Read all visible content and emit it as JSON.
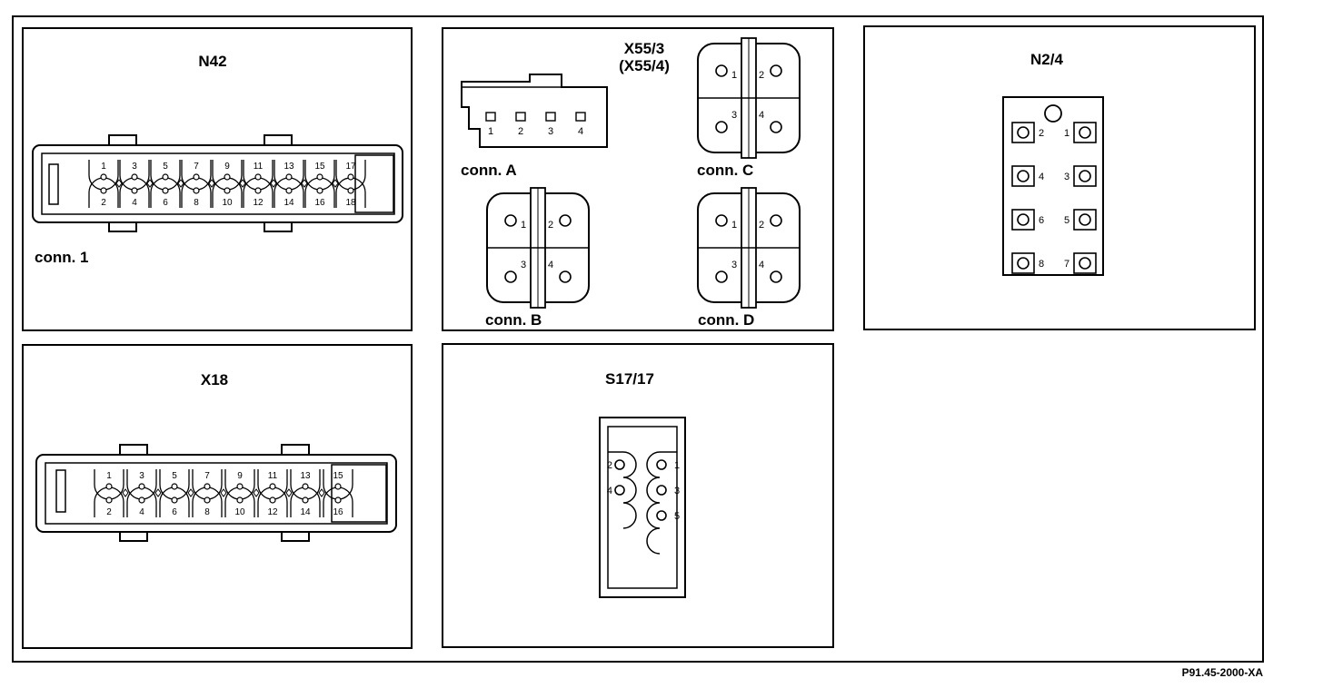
{
  "figure_id": "P91.45-2000-XA",
  "n42": {
    "title": "N42",
    "conn_label": "conn. 1",
    "odd_pins": [
      "1",
      "3",
      "5",
      "7",
      "9",
      "11",
      "13",
      "15",
      "17"
    ],
    "even_pins": [
      "2",
      "4",
      "6",
      "8",
      "10",
      "12",
      "14",
      "16",
      "18"
    ]
  },
  "x18": {
    "title": "X18",
    "odd_pins": [
      "1",
      "3",
      "5",
      "7",
      "9",
      "11",
      "13",
      "15"
    ],
    "even_pins": [
      "2",
      "4",
      "6",
      "8",
      "10",
      "12",
      "14",
      "16"
    ]
  },
  "x55": {
    "title": "X55/3",
    "subtitle": "(X55/4)",
    "conn_a": {
      "label": "conn. A",
      "pins": [
        "1",
        "2",
        "3",
        "4"
      ]
    },
    "conn_b": {
      "label": "conn. B",
      "pins": [
        "1",
        "2",
        "3",
        "4"
      ]
    },
    "conn_c": {
      "label": "conn. C",
      "pins": [
        "1",
        "2",
        "3",
        "4"
      ]
    },
    "conn_d": {
      "label": "conn. D",
      "pins": [
        "1",
        "2",
        "3",
        "4"
      ]
    }
  },
  "n24": {
    "title": "N2/4",
    "pins": [
      "1",
      "2",
      "3",
      "4",
      "5",
      "6",
      "7",
      "8"
    ]
  },
  "s17": {
    "title": "S17/17",
    "pins": [
      "1",
      "2",
      "3",
      "4",
      "5"
    ]
  }
}
